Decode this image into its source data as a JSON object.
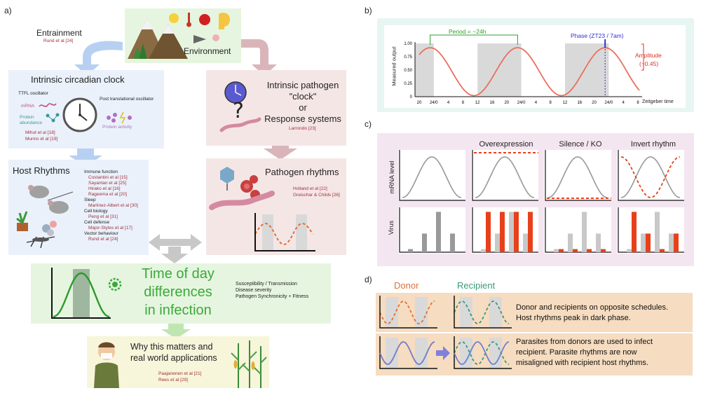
{
  "panels": {
    "a": "a)",
    "b": "b)",
    "c": "c)",
    "d": "d)"
  },
  "a": {
    "entrainment": "Entrainment",
    "entrainment_ref": "Rund et al [24]",
    "environment": "Environment",
    "clock_title": "Intrinsic circadian clock",
    "ttfl": "TTFL oscillator",
    "mrna": "mRNA",
    "protein_abundance": "Protein abundance",
    "post_translational": "Post translational oscillator",
    "protein_activity": "Protein activity",
    "clock_refs": [
      "Mihut et al [18]",
      "Munns et al [19]"
    ],
    "pathogen_clock_title": "Intrinsic pathogen \"clock\" or Response systems",
    "pathogen_clock_lines": [
      "Intrinsic pathogen",
      "\"clock\"",
      "or",
      "Response systems"
    ],
    "pathogen_clock_ref": "Larrondo [23]",
    "host_rhythms_title": "Host Rhythms",
    "host_list": [
      {
        "t": "Immune function",
        "type": "head"
      },
      {
        "t": "Costantini et al [15]",
        "type": "ref"
      },
      {
        "t": "Sayantan et al [25]",
        "type": "ref"
      },
      {
        "t": "Hirako et al [16]",
        "type": "ref"
      },
      {
        "t": "Rageema et al [20]",
        "type": "ref"
      },
      {
        "t": "Sleep",
        "type": "head"
      },
      {
        "t": "Martinez-Albert et al [30]",
        "type": "ref"
      },
      {
        "t": "Cell biology",
        "type": "head"
      },
      {
        "t": "Peng et al [31]",
        "type": "ref"
      },
      {
        "t": "Cell defense",
        "type": "head"
      },
      {
        "t": "Major-Styles et al [17]",
        "type": "ref"
      },
      {
        "t": "Vector behaviour",
        "type": "head"
      },
      {
        "t": "Rund et al [24]",
        "type": "ref"
      }
    ],
    "pathogen_rhythms_title": "Pathogen rhythms",
    "pathogen_refs": [
      "Holland et al [22]",
      "Greischar & Childs [26]"
    ],
    "tod_lines": [
      "Time of day",
      "differences",
      "in infection"
    ],
    "tod_list": [
      "Susceptibility / Transmission",
      "Disease severity",
      "Pathogen Synchronicity + Fitness"
    ],
    "why_lines": [
      "Why this matters and",
      "real world applications"
    ],
    "why_refs": [
      "Paajanenen et al [21]",
      "Rees et al [29]"
    ]
  },
  "b": {
    "period_label": "Period = ~24h",
    "phase_label": "Phase (ZT23 / 7am)",
    "amplitude_label": "Amplitude",
    "amplitude_value": "(~0.45)",
    "ylabel": "Measured output",
    "xlabel": "Zeitgeber time",
    "yticks": [
      "1.00",
      "0.75",
      "0.50",
      "0.25",
      "0"
    ],
    "xticks": [
      "20",
      "24/0",
      "4",
      "8",
      "12",
      "16",
      "20",
      "24/0",
      "4",
      "8",
      "12",
      "16",
      "20",
      "24/0",
      "4",
      "8"
    ]
  },
  "c": {
    "col_titles": [
      "Overexpression",
      "Silence / KO",
      "Invert rhythm"
    ],
    "row_labels": [
      "mRNA level",
      "Virus"
    ],
    "virus": {
      "baseline": [
        0.05,
        0.3,
        0.65,
        0.3
      ],
      "overexpression_grey": [
        0.05,
        0.3,
        0.65,
        0.3
      ],
      "overexpression_red": [
        0.65,
        0.65,
        0.65,
        0.65
      ],
      "silence_grey": [
        0.05,
        0.3,
        0.65,
        0.3
      ],
      "silence_red": [
        0.05,
        0.05,
        0.05,
        0.05
      ],
      "invert_grey": [
        0.05,
        0.3,
        0.65,
        0.3
      ],
      "invert_red": [
        0.65,
        0.3,
        0.05,
        0.3
      ]
    }
  },
  "d": {
    "donor": "Donor",
    "recipient": "Recipient",
    "text1_lines": [
      "Donor and recipients on opposite schedules.",
      "Host rhythms peak in dark phase."
    ],
    "text2_lines": [
      "Parasites from donors are used to infect",
      "recipient. Parasite rhythms are now",
      "misaligned with recipient host rhythms."
    ]
  },
  "colors": {
    "blue_box": "#eaf1fb",
    "pink_box": "#f5e6e6",
    "green_box": "#e6f5df",
    "cream_box": "#f7f5da",
    "b_bg": "#e8f6f3",
    "c_bg": "#f4e6f1",
    "d_bg": "#f6dcc0",
    "sine_red": "#e8705e",
    "bar_red": "#e8401a",
    "dashed_orange": "#e0703a",
    "dashed_green": "#3a9a7a",
    "title_green": "#3aaa3a",
    "purple_sine": "#7080d0"
  }
}
